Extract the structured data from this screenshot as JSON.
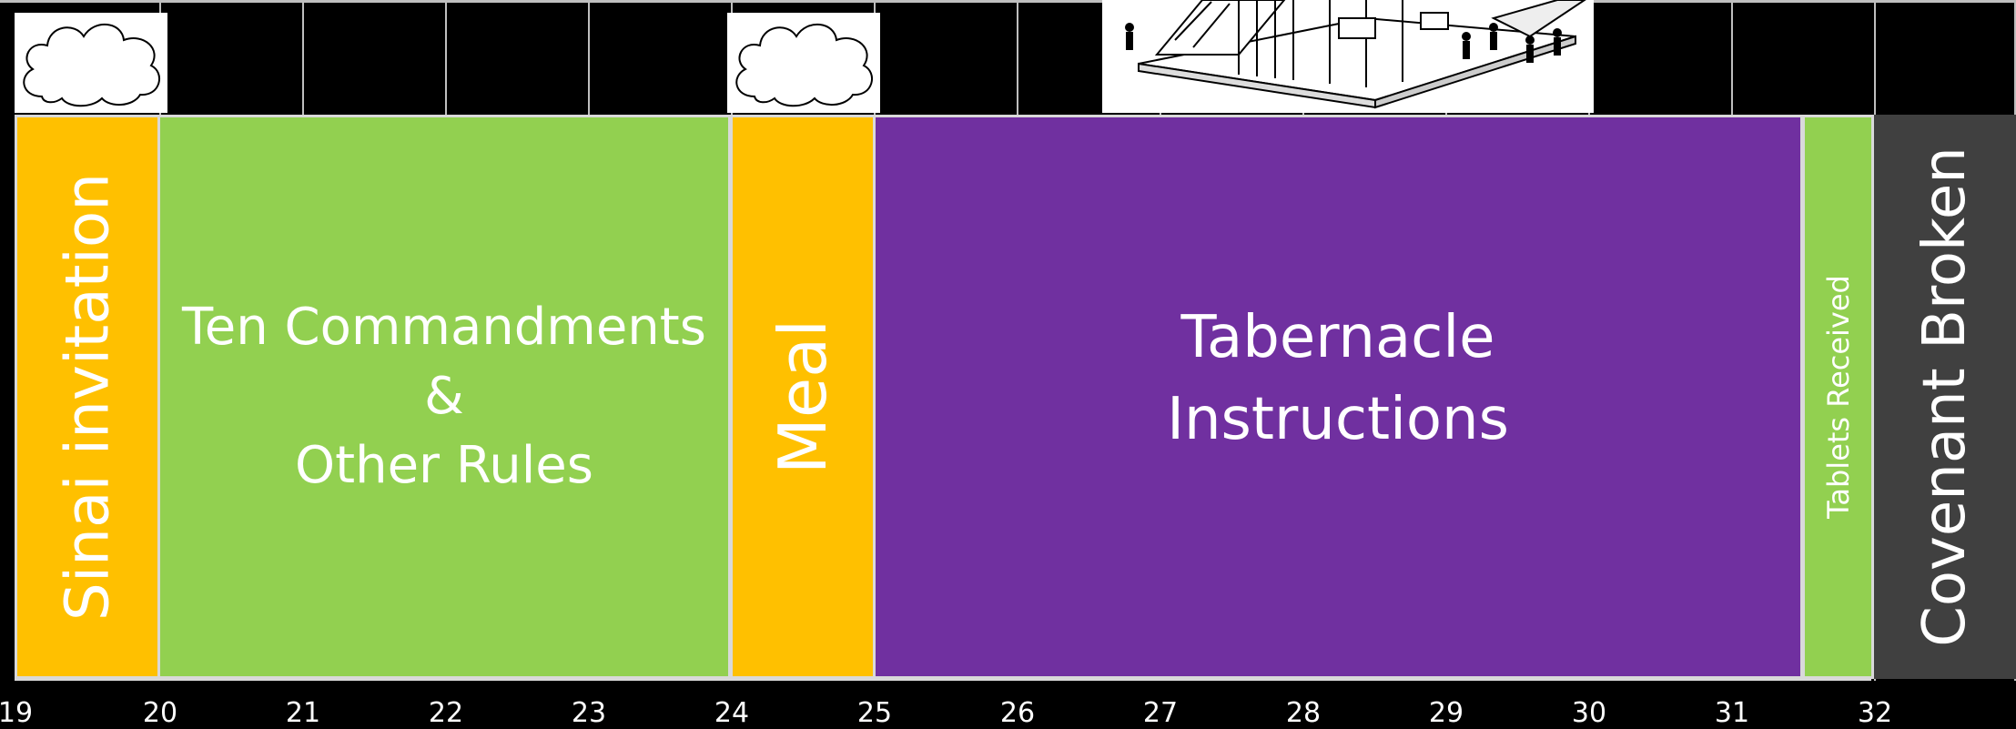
{
  "timeline": {
    "ticks": [
      "19",
      "20",
      "21",
      "22",
      "23",
      "24",
      "25",
      "26",
      "27",
      "28",
      "29",
      "30",
      "31",
      "32"
    ]
  },
  "sections": [
    {
      "id": "sinai",
      "label": "Sinai invitation",
      "color": "#ffc000",
      "orientation": "vertical"
    },
    {
      "id": "commandments",
      "lines": [
        "Ten Commandments",
        "&",
        "Other Rules"
      ],
      "color": "#92d050",
      "orientation": "horizontal"
    },
    {
      "id": "meal",
      "label": "Meal",
      "color": "#ffc000",
      "orientation": "vertical"
    },
    {
      "id": "tabernacle",
      "lines": [
        "Tabernacle",
        "Instructions"
      ],
      "color": "#7030a0",
      "orientation": "horizontal"
    },
    {
      "id": "tablets",
      "label": "Tablets Received",
      "color": "#92d050",
      "orientation": "vertical"
    },
    {
      "id": "covenant",
      "label": "Covenant Broken",
      "color": "#404040",
      "orientation": "vertical"
    }
  ],
  "icons": [
    "cloud-icon",
    "cloud-icon",
    "tabernacle-illustration"
  ]
}
